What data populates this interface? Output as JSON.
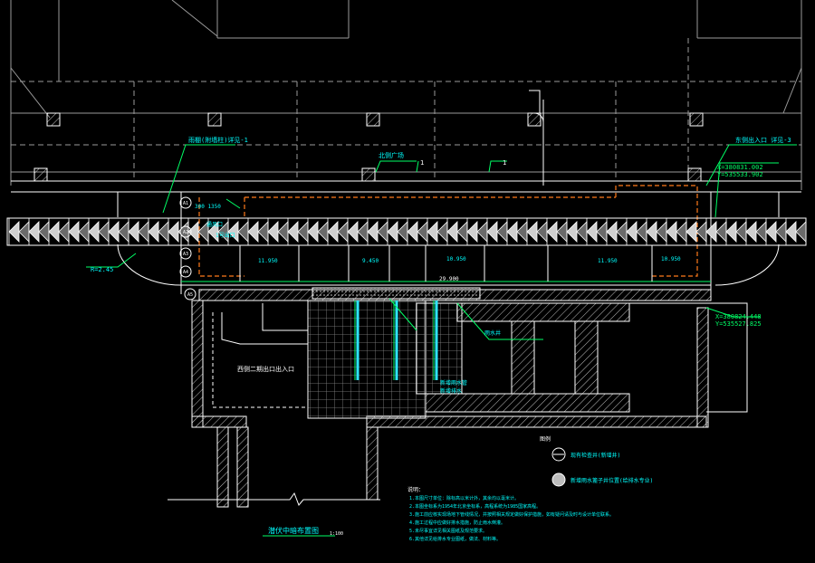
{
  "drawing": {
    "title": "潜伏中暗布置图",
    "scale": "1:100",
    "colors": {
      "background": "#000000",
      "structure": "#ffffff",
      "dim": "#9a9a9a",
      "annotation": "#00ff66",
      "text": "#00ffff",
      "boundary": "#ff7a1a",
      "pipe": "#2ee6ff"
    }
  },
  "labels": {
    "label_top_left": "雨棚(附墙柱)详见-1",
    "label_top_center": "北侧广场",
    "label_mark_a": "1",
    "label_mark_b": "1",
    "label_top_right": "东侧出入口 详见-3",
    "coord_top_x": "X=380831.002",
    "coord_top_y": "Y=535533.902",
    "coord_bot_x": "X=380824.448",
    "coord_bot_y": "Y=535527.825",
    "label_left_small": "300 1350",
    "label_mid_left": "通风口",
    "label_sub": "1号出口",
    "label_left_radius": "R=2.45",
    "dim_strip": "29.900",
    "dim_1": "11.950",
    "dim_2": "9.450",
    "dim_3": "10.950",
    "dim_4": "11.950",
    "dim_5": "10.950",
    "label_left_entrance": "西侧二期出口出入口",
    "label_right_arrow": "雨水井",
    "label_pipe_1": "新增雨水管",
    "label_pipe_2": "新增排水",
    "legend_head": "图例",
    "legend_1": "现有检查井(新增井)",
    "legend_2": "新增雨水篦子井位置(给排水专业)",
    "notes_head": "说明：",
    "notes": [
      "1.本图尺寸单位：除标高以米计外，其余均以毫米计。",
      "2.本图坐标系为1954年北京坐标系，高程系统为1985国家高程。",
      "3.施工前应核实现场地下管线情况，并按照相关规定做好保护措施，如有疑问请及时与设计单位联系。",
      "4.施工过程中应做好排水措施，防止雨水倒灌。",
      "5.未尽事宜详见相关图纸及规范要求。",
      "6.其他详见给排水专业图纸，做法、材料等。"
    ],
    "axis_numbers": [
      "A1",
      "A2",
      "A3",
      "A4",
      "A5"
    ]
  }
}
